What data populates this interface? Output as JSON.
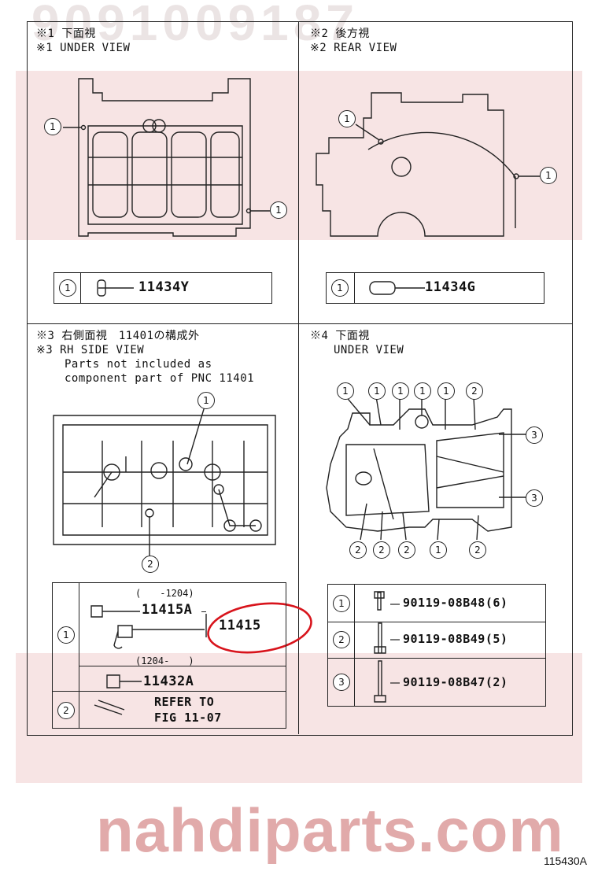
{
  "watermark": {
    "top_number": "9091009187",
    "brand": "nahdiparts.com"
  },
  "panel1": {
    "caption_jp": "※1 下面視",
    "caption_en": "※1 UNDER VIEW",
    "table": {
      "ref": "1",
      "part": "11434Y"
    }
  },
  "panel2": {
    "caption_jp": "※2 後方視",
    "caption_en": "※2 REAR VIEW",
    "table": {
      "ref": "1",
      "part": "11434G"
    }
  },
  "panel3": {
    "caption_jp": "※3 右側面視　11401の構成外",
    "caption_en": "※3 RH SIDE VIEW",
    "note1": "Parts not included as",
    "note2": "component part of PNC 11401",
    "table": {
      "row1_ref": "1",
      "date_before": "(　　-1204)",
      "part_a": "11415A",
      "part_assembly": "11415",
      "date_after": "(1204-　　)",
      "part_b": "11432A",
      "row2_ref": "2",
      "refer_line1": "REFER TO",
      "refer_line2": "FIG 11-07"
    }
  },
  "panel4": {
    "caption_jp": "※4 下面視",
    "caption_en": "UNDER VIEW",
    "table": [
      {
        "ref": "1",
        "part": "90119-08B48(6)"
      },
      {
        "ref": "2",
        "part": "90119-08B49(5)"
      },
      {
        "ref": "3",
        "part": "90119-08B47(2)"
      }
    ]
  },
  "callouts": {
    "one": "1",
    "two": "2",
    "three": "3"
  },
  "figure_code": "115430A",
  "colors": {
    "highlight": "#d8141c",
    "line": "#222222",
    "watermark": "#dc9c9c"
  }
}
